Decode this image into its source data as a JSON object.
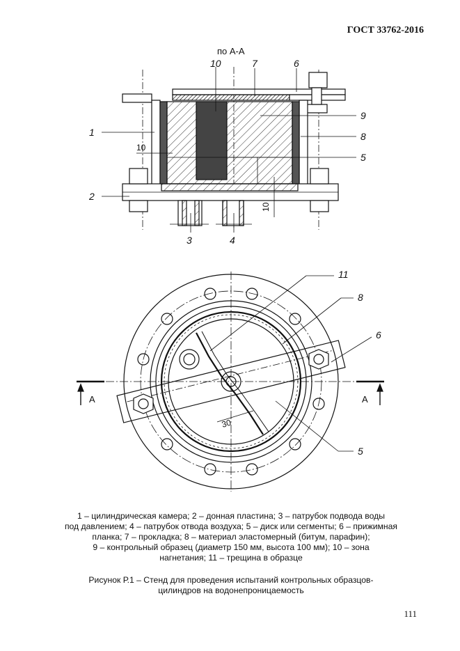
{
  "header": {
    "standard": "ГОСТ 33762-2016"
  },
  "section_view": {
    "title": "по А-А",
    "callouts": [
      "10",
      "7",
      "6",
      "9",
      "1",
      "8",
      "10",
      "5",
      "2",
      "10",
      "3",
      "4"
    ]
  },
  "plan_view": {
    "callouts": [
      "11",
      "8",
      "6",
      "5"
    ],
    "section_marks": [
      "А",
      "А"
    ],
    "dimension": "30"
  },
  "legend": {
    "lines": [
      "1 – цилиндрическая камера; 2 – донная пластина; 3 – патрубок подвода воды",
      "под давлением; 4 – патрубок отвода воздуха; 5 – диск или сегменты; 6 – прижимная",
      "планка; 7 – прокладка; 8 – материал эластомерный (битум, парафин);",
      "9 – контрольный образец (диаметр 150 мм, высота 100 мм); 10 – зона",
      "нагнетания; 11 – трещина в образце"
    ]
  },
  "figure_caption": {
    "lines": [
      "Рисунок Р.1 – Стенд для проведения испытаний контрольных образцов-",
      "цилиндров на водонепроницаемость"
    ]
  },
  "page_number": "111"
}
